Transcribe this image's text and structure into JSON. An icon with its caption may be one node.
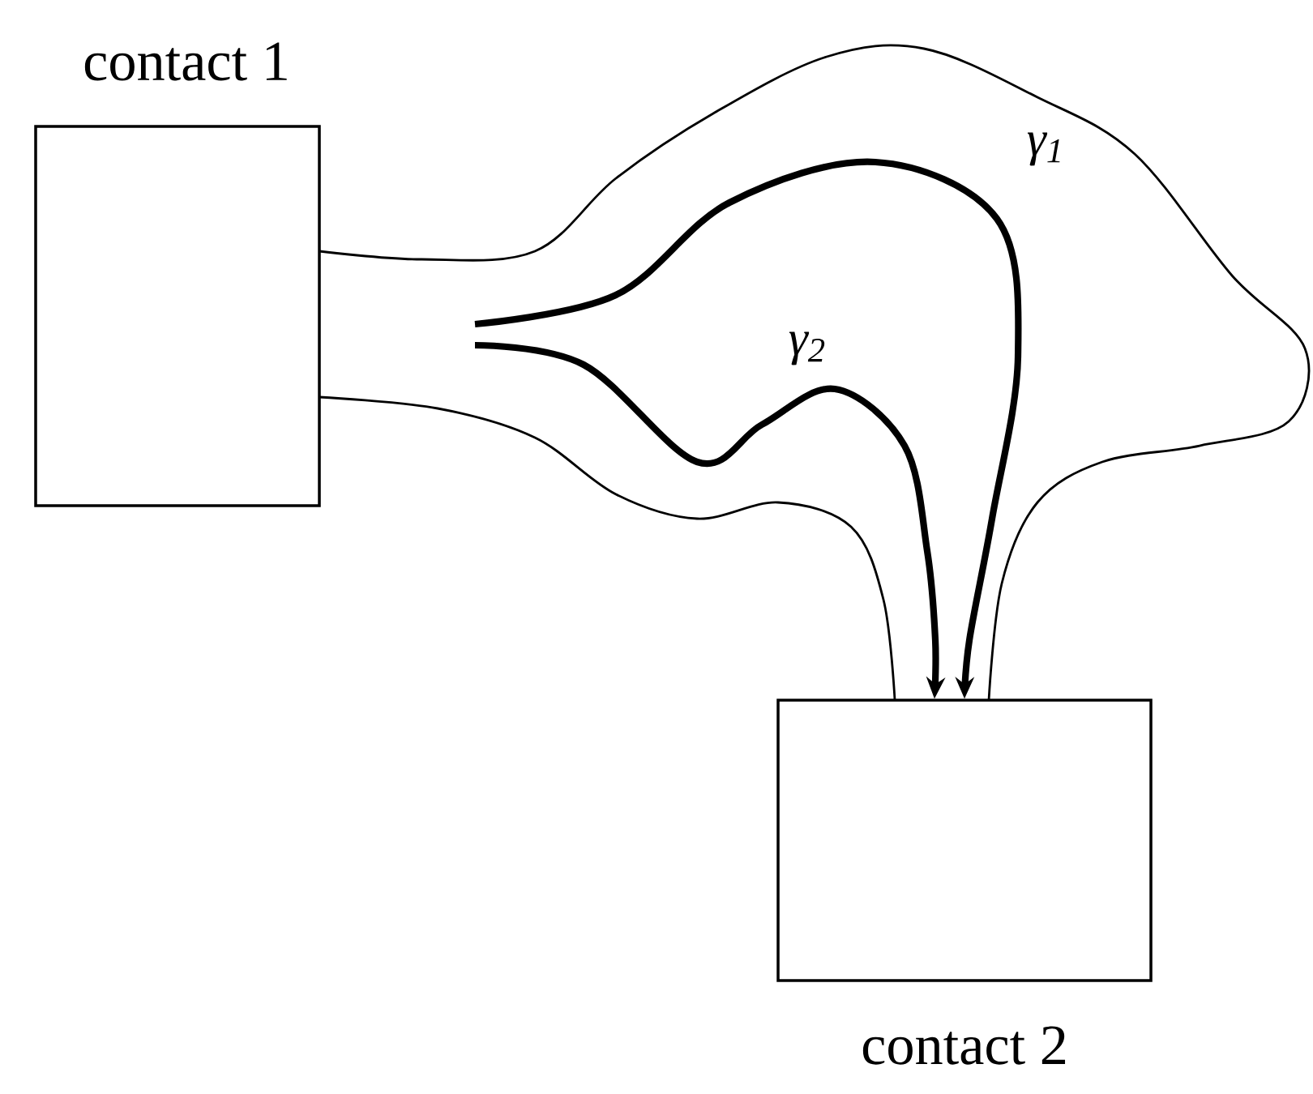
{
  "diagram": {
    "nodes": [
      {
        "text": [
          "contact 1"
        ]
      },
      {
        "text": [
          "contact 2"
        ]
      }
    ],
    "edges": [
      {
        "from": null,
        "to": 1,
        "arrow": "to",
        "label": "γ$_{1}$"
      },
      {
        "from": null,
        "to": 1,
        "arrow": "to",
        "label": "γ$_{2}$"
      }
    ]
  }
}
